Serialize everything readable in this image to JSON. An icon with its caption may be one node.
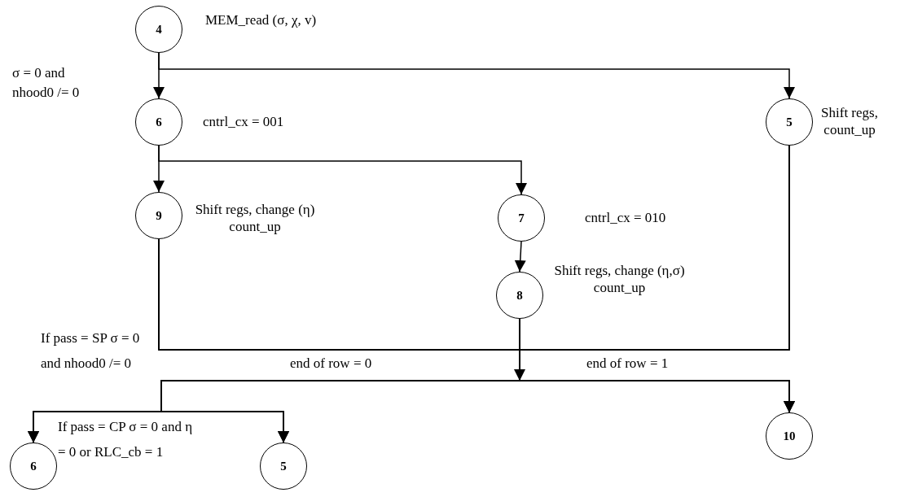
{
  "diagram": {
    "nodes": [
      {
        "text": [
          "4"
        ],
        "beside": [
          "MEM_read (σ, χ, v)"
        ]
      },
      {
        "text": [
          "6"
        ],
        "beside": [
          "cntrl_cx = 001"
        ]
      },
      {
        "text": [
          "5"
        ],
        "beside": [
          "Shift regs, count_up"
        ]
      },
      {
        "text": [
          "9"
        ],
        "beside": [
          "Shift regs, change (η) count_up"
        ]
      },
      {
        "text": [
          "7"
        ],
        "beside": [
          "cntrl_cx = 010"
        ]
      },
      {
        "text": [
          "8"
        ],
        "beside": [
          "Shift regs, change (η,σ) count_up"
        ]
      },
      {
        "text": [
          "10"
        ]
      },
      {
        "text": [
          "6"
        ]
      },
      {
        "text": [
          "5"
        ]
      }
    ],
    "edges": [
      {
        "from": 0,
        "to": 1,
        "arrow": "to"
      },
      {
        "from": 0,
        "to": 2,
        "arrow": "to"
      },
      {
        "from": 1,
        "to": 3,
        "arrow": "to"
      },
      {
        "from": 1,
        "to": 4,
        "arrow": "to"
      },
      {
        "from": 4,
        "to": 5,
        "arrow": "to"
      },
      {
        "from": 3,
        "to": 6,
        "arrow": "to"
      },
      {
        "from": 3,
        "to": 7,
        "arrow": "to"
      },
      {
        "from": 3,
        "to": 8,
        "arrow": "to"
      },
      {
        "from": 5,
        "to": 6,
        "arrow": "to"
      },
      {
        "from": 5,
        "to": 7,
        "arrow": "to"
      },
      {
        "from": 5,
        "to": 8,
        "arrow": "to"
      },
      {
        "from": 2,
        "to": 6,
        "arrow": "to"
      },
      {
        "from": 2,
        "to": 7,
        "arrow": "to"
      },
      {
        "from": 2,
        "to": 8,
        "arrow": "to"
      }
    ],
    "labels": [
      "σ = 0 and nhood0 /= 0",
      "If pass = SP σ = 0 and nhood0 /= 0",
      "end of row = 0",
      "end of row = 1",
      "If pass = CP σ = 0 and η = 0 or RLC_cb = 1"
    ]
  }
}
